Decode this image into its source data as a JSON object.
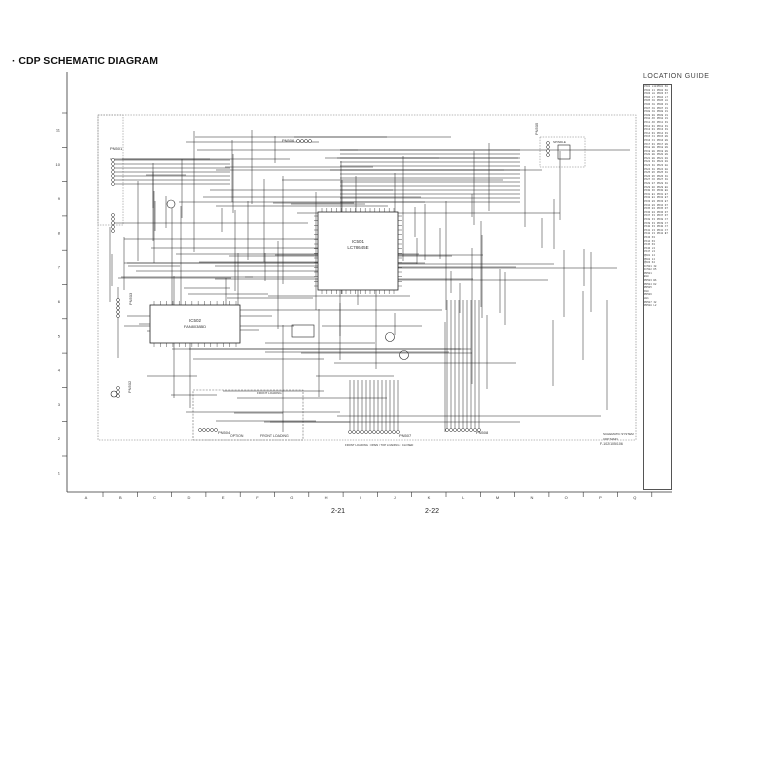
{
  "title": "· CDP SCHEMATIC DIAGRAM",
  "location_guide": {
    "title": "LOCATION GUIDE",
    "entries_left": [
      "C501 L10",
      "C502 J1",
      "C503 L8",
      "C504 L7",
      "C505 C8",
      "C506 C8",
      "C507 C8",
      "C508 C8",
      "C509 G9",
      "C510 A5",
      "C511 A5",
      "C512 D1",
      "C513 D1",
      "C514 D1",
      "C515 C1",
      "C516 C1",
      "C517 D1",
      "C518 H8",
      "C519 H8",
      "C520 H8",
      "C521 H8",
      "C522 I8",
      "C523 I8",
      "C524 I8",
      "C525 G5",
      "C526 G5",
      "C527 C6",
      "C528 G7",
      "C529 G6",
      "C530 F6",
      "C531 E1",
      "C532 E1",
      "C533 H3",
      "C534 H3",
      "C535 G3",
      "C536 G3",
      "C537 I3",
      "C538 I3",
      "C539 I3",
      "C540 I3",
      "C541 J3",
      "C542 J3",
      "C543 K3",
      "C544 K3",
      "C545 K3",
      "C546 L3",
      "C547 L3",
      "Q501 J4",
      "Q502 J4",
      "Q503 K4",
      "IC501 I8",
      "IC502 D5",
      "PN501 B10",
      "PN503 B6",
      "PN504 D2",
      "PN505 O10",
      "PN506 H11",
      "PN507 I2",
      "PN508 L2"
    ],
    "entries_right": [
      "R501 K8",
      "R502 K8",
      "R503 K7",
      "R504 L7",
      "R505 L8",
      "R506 J9",
      "R507 J9",
      "R508 J9",
      "R509 J9",
      "R510 J9",
      "R511 I9",
      "R512 I9",
      "R513 I9",
      "R514 I9",
      "R515 H9",
      "R516 H9",
      "R517 H9",
      "R518 H9",
      "R519 H9",
      "R520 H9",
      "R521 G9",
      "R522 G9",
      "R523 G8",
      "R524 G8",
      "R525 F8",
      "R526 F8",
      "R527 F8",
      "R528 F8",
      "R529 E8",
      "R530 E8",
      "R531 E7",
      "R532 E7",
      "R533 E7",
      "R534 D7",
      "R535 D7",
      "R536 D7",
      "R537 D7",
      "R538 C7",
      "R539 C7",
      "R540 C7",
      "R541 C7",
      "R542 B7"
    ]
  },
  "row_labels": [
    "11",
    "10",
    "9",
    "8",
    "7",
    "6",
    "5",
    "4",
    "3",
    "2",
    "1"
  ],
  "column_labels": [
    "A",
    "B",
    "C",
    "D",
    "E",
    "F",
    "G",
    "H",
    "I",
    "J",
    "K",
    "L",
    "M",
    "N",
    "O",
    "P",
    "Q"
  ],
  "page_numbers": [
    "2-21",
    "2-22"
  ],
  "components": {
    "ic501_ref": "IC501",
    "ic501_part": "LC78645E",
    "ic502_ref": "IC502",
    "ic502_part": "FAN8038BD",
    "pn501": "PN501",
    "pn503": "PN503",
    "pn504": "PN504",
    "pn505": "PN505",
    "pn506": "PN506",
    "pn507": "PN507",
    "pn508": "PN508",
    "option": "OPTION",
    "front_loading": "FRONT LOADING",
    "front_loading_2": "FRONT LOADING",
    "spindle": "SPINDLE",
    "note_lines": [
      "SCHEMATIC SYSTEM",
      "CDP MAIN",
      "F-102/105/106"
    ],
    "pn507_note": "FRONT LOADING : OPEN / TOP LOADING : CLOSED"
  }
}
